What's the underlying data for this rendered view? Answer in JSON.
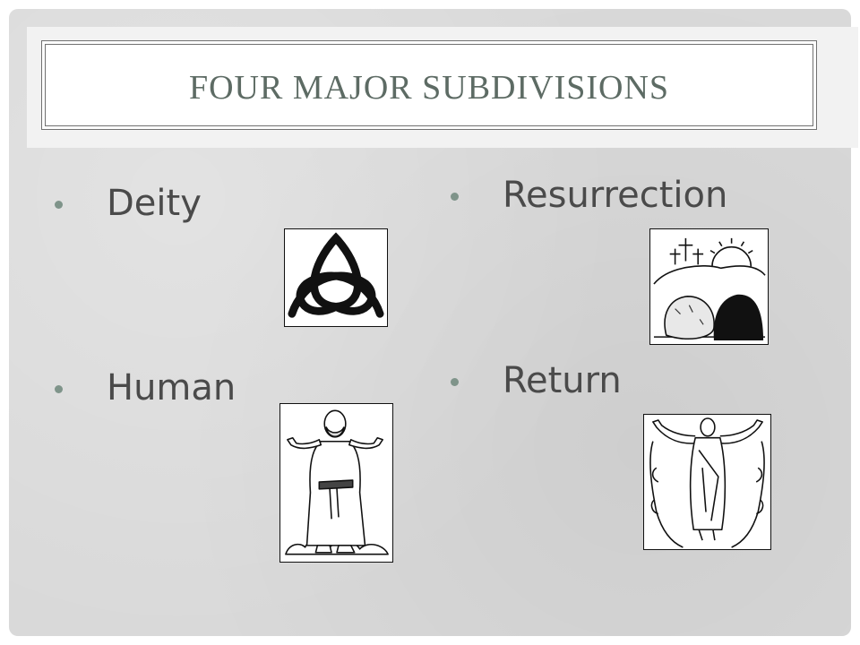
{
  "slide": {
    "title": "FOUR MAJOR SUBDIVISIONS",
    "bullets": {
      "deity": "Deity",
      "human": "Human",
      "resurrection": "Resurrection",
      "return": "Return"
    }
  },
  "colors": {
    "title": "#5d6b64",
    "bullet_dot": "#7f948a",
    "text": "#4a4a4a",
    "background": "#d9d9d9"
  },
  "icons": {
    "deity": "trinity-knot-icon",
    "human": "jesus-figure-illustration",
    "resurrection": "empty-tomb-illustration",
    "return": "ascension-illustration"
  }
}
